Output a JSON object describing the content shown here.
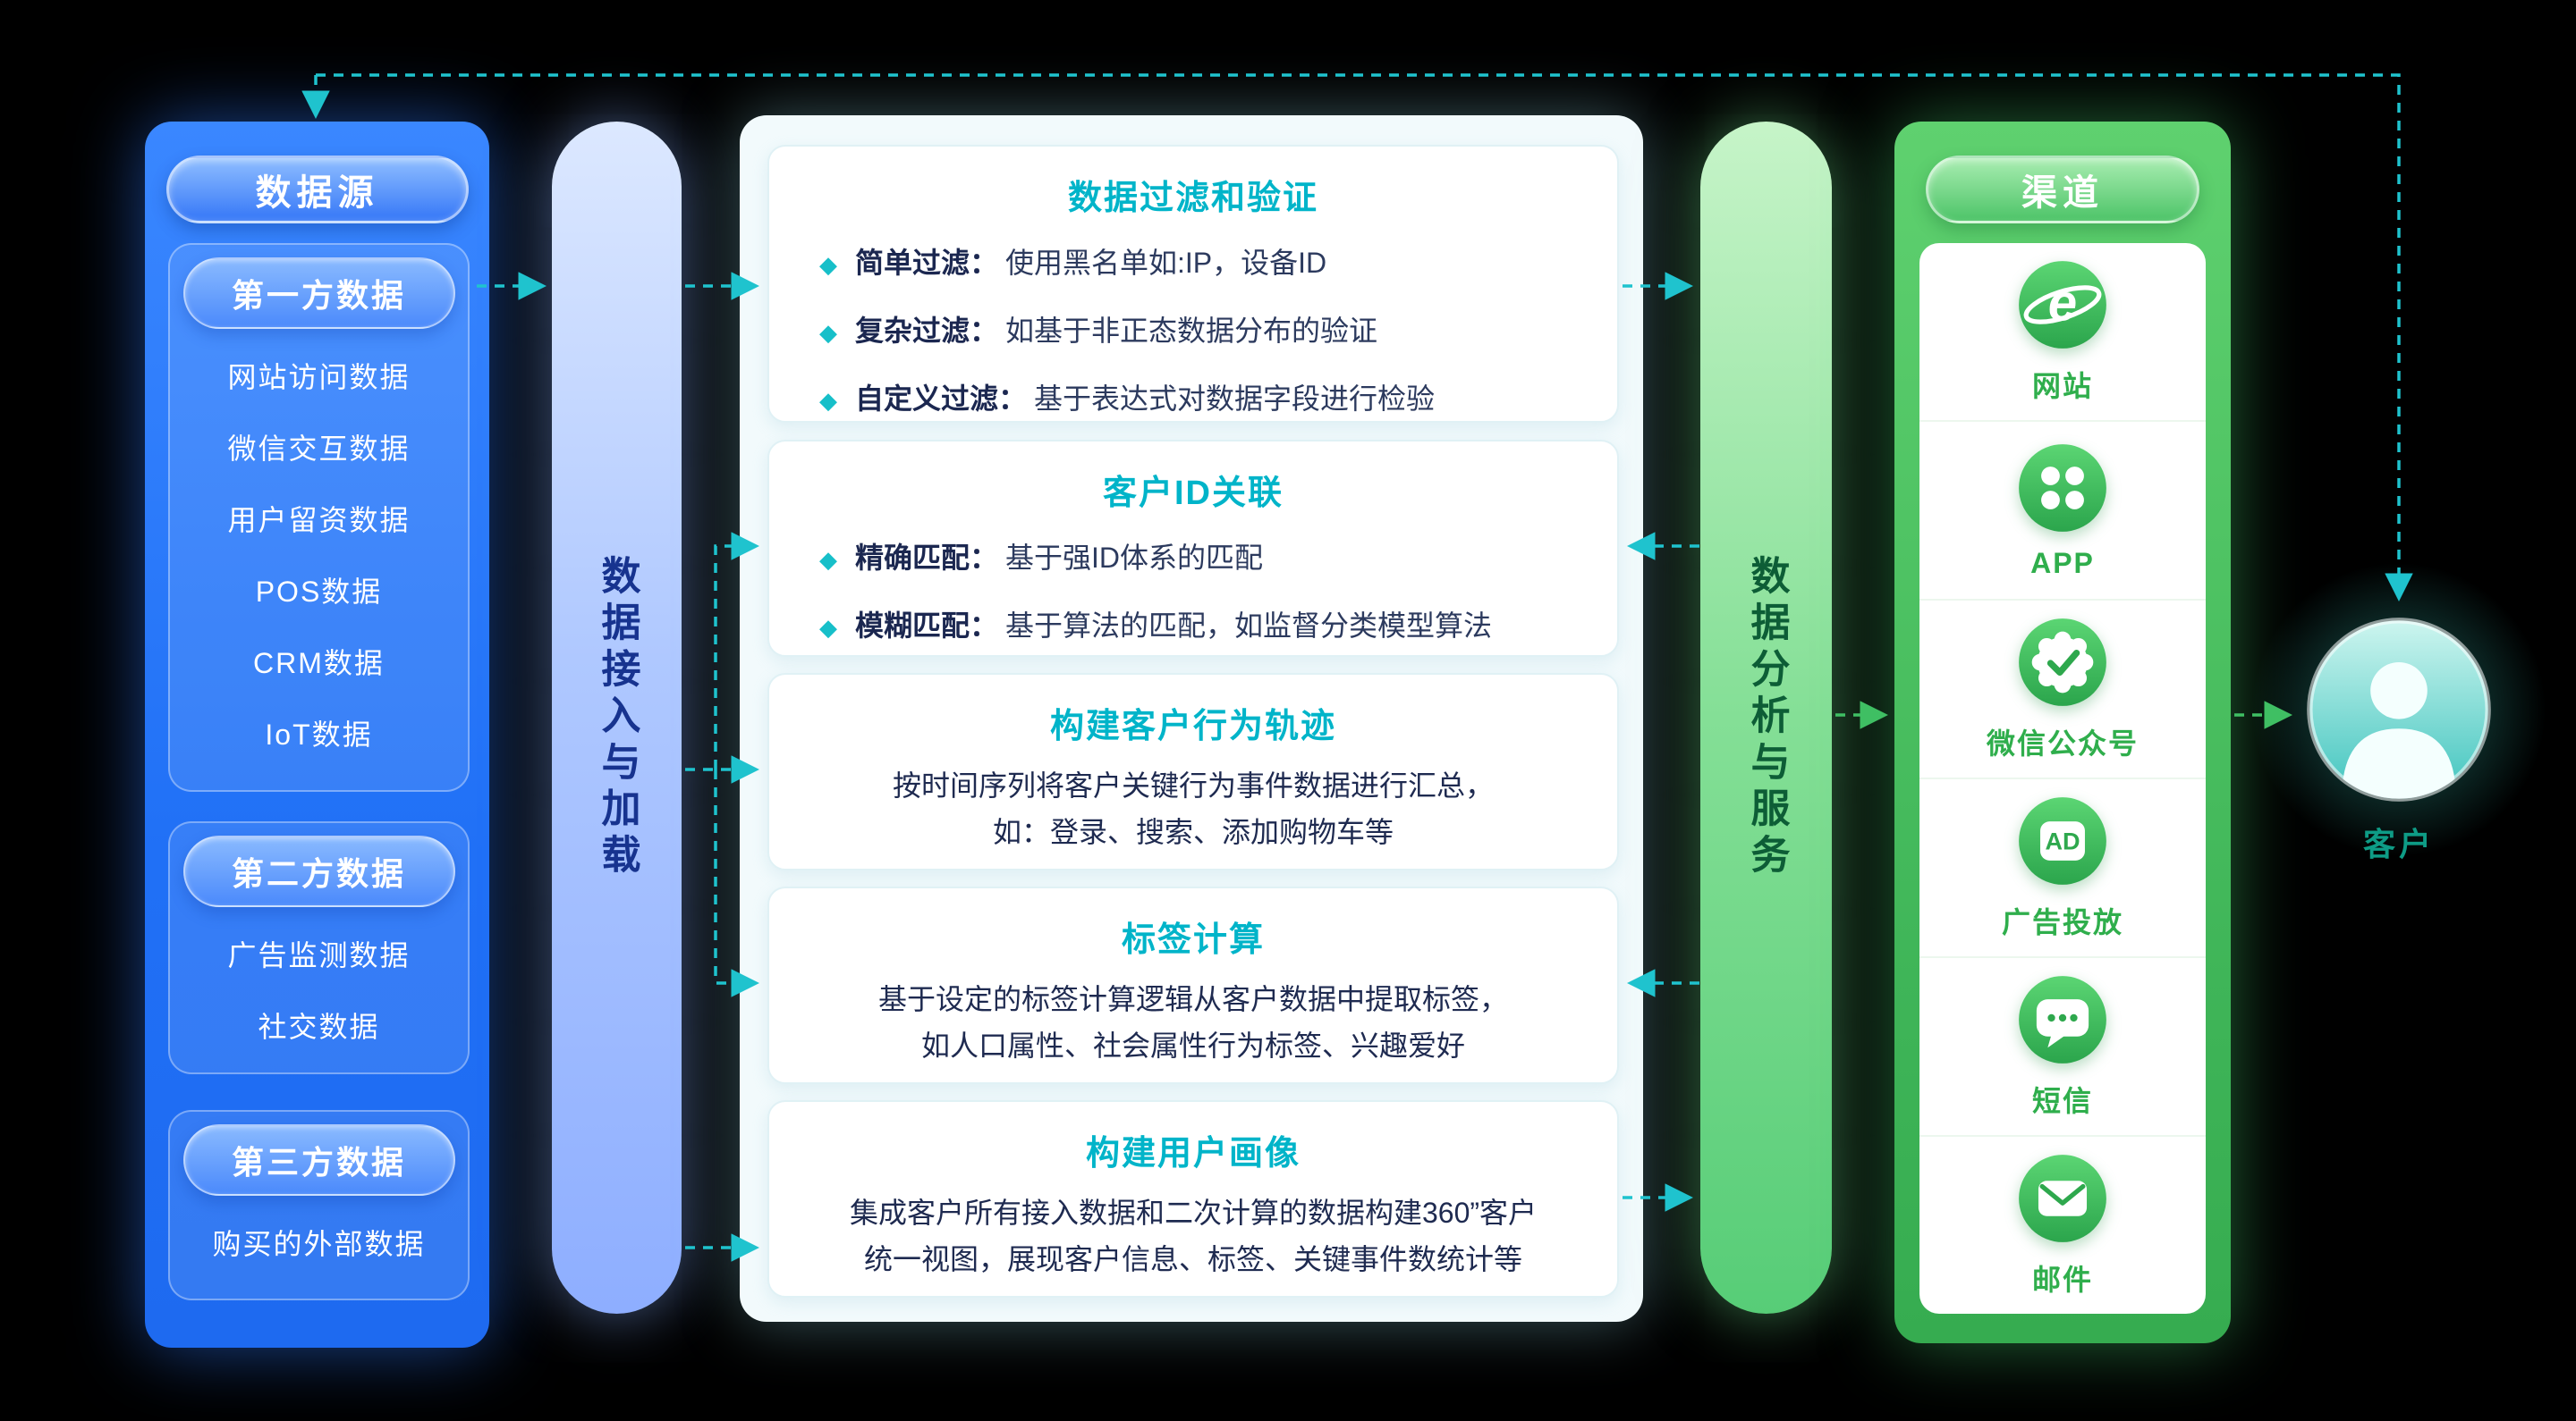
{
  "colors": {
    "panel_blue": "#2B7BFE",
    "panel_green": "#45BE5F",
    "bar_blue": "#A9C3FF",
    "bar_green": "#7EDD92",
    "box_title_teal": "#00B4C9",
    "arrow_teal": "#1FC3CE",
    "arrow_green": "#3FBF63",
    "channel_green": "#2FAE4C",
    "customer_teal": "#4FC8C0"
  },
  "icons": {
    "diamond": "◆",
    "browser_glyph": "e",
    "ad_glyph": "AD"
  },
  "left_panel": {
    "title": "数据源",
    "groups": [
      {
        "label": "第一方数据",
        "items": [
          "网站访问数据",
          "微信交互数据",
          "用户留资数据",
          "POS数据",
          "CRM数据",
          "IoT数据"
        ]
      },
      {
        "label": "第二方数据",
        "items": [
          "广告监测数据",
          "社交数据"
        ]
      },
      {
        "label": "第三方数据",
        "items": [
          "购买的外部数据"
        ]
      }
    ]
  },
  "ingest_bar": {
    "label": "数据接入与加载"
  },
  "analysis_bar": {
    "label": "数据分析与服务"
  },
  "process_panel": {
    "boxes": [
      {
        "title": "数据过滤和验证",
        "bullets": [
          {
            "label": "简单过滤：",
            "text": "使用黑名单如:IP，设备ID"
          },
          {
            "label": "复杂过滤：",
            "text": "如基于非正态数据分布的验证"
          },
          {
            "label": "自定义过滤：",
            "text": "基于表达式对数据字段进行检验"
          }
        ]
      },
      {
        "title": "客户ID关联",
        "bullets": [
          {
            "label": "精确匹配：",
            "text": "基于强ID体系的匹配"
          },
          {
            "label": "模糊匹配：",
            "text": "基于算法的匹配，如监督分类模型算法"
          }
        ]
      },
      {
        "title": "构建客户行为轨迹",
        "lines": [
          "按时间序列将客户关键行为事件数据进行汇总，",
          "如：登录、搜索、添加购物车等"
        ]
      },
      {
        "title": "标签计算",
        "lines": [
          "基于设定的标签计算逻辑从客户数据中提取标签，",
          "如人口属性、社会属性行为标签、兴趣爱好"
        ]
      },
      {
        "title": "构建用户画像",
        "lines": [
          "集成客户所有接入数据和二次计算的数据构建360”客户",
          "统一视图，展现客户信息、标签、关键事件数统计等"
        ]
      }
    ]
  },
  "channel_panel": {
    "title": "渠道",
    "items": [
      {
        "label": "网站",
        "icon": "browser-icon"
      },
      {
        "label": "APP",
        "icon": "app-grid-icon"
      },
      {
        "label": "微信公众号",
        "icon": "wechat-official-account-icon"
      },
      {
        "label": "广告投放",
        "icon": "ad-icon"
      },
      {
        "label": "短信",
        "icon": "sms-icon"
      },
      {
        "label": "邮件",
        "icon": "email-icon"
      }
    ]
  },
  "customer": {
    "label": "客户"
  }
}
